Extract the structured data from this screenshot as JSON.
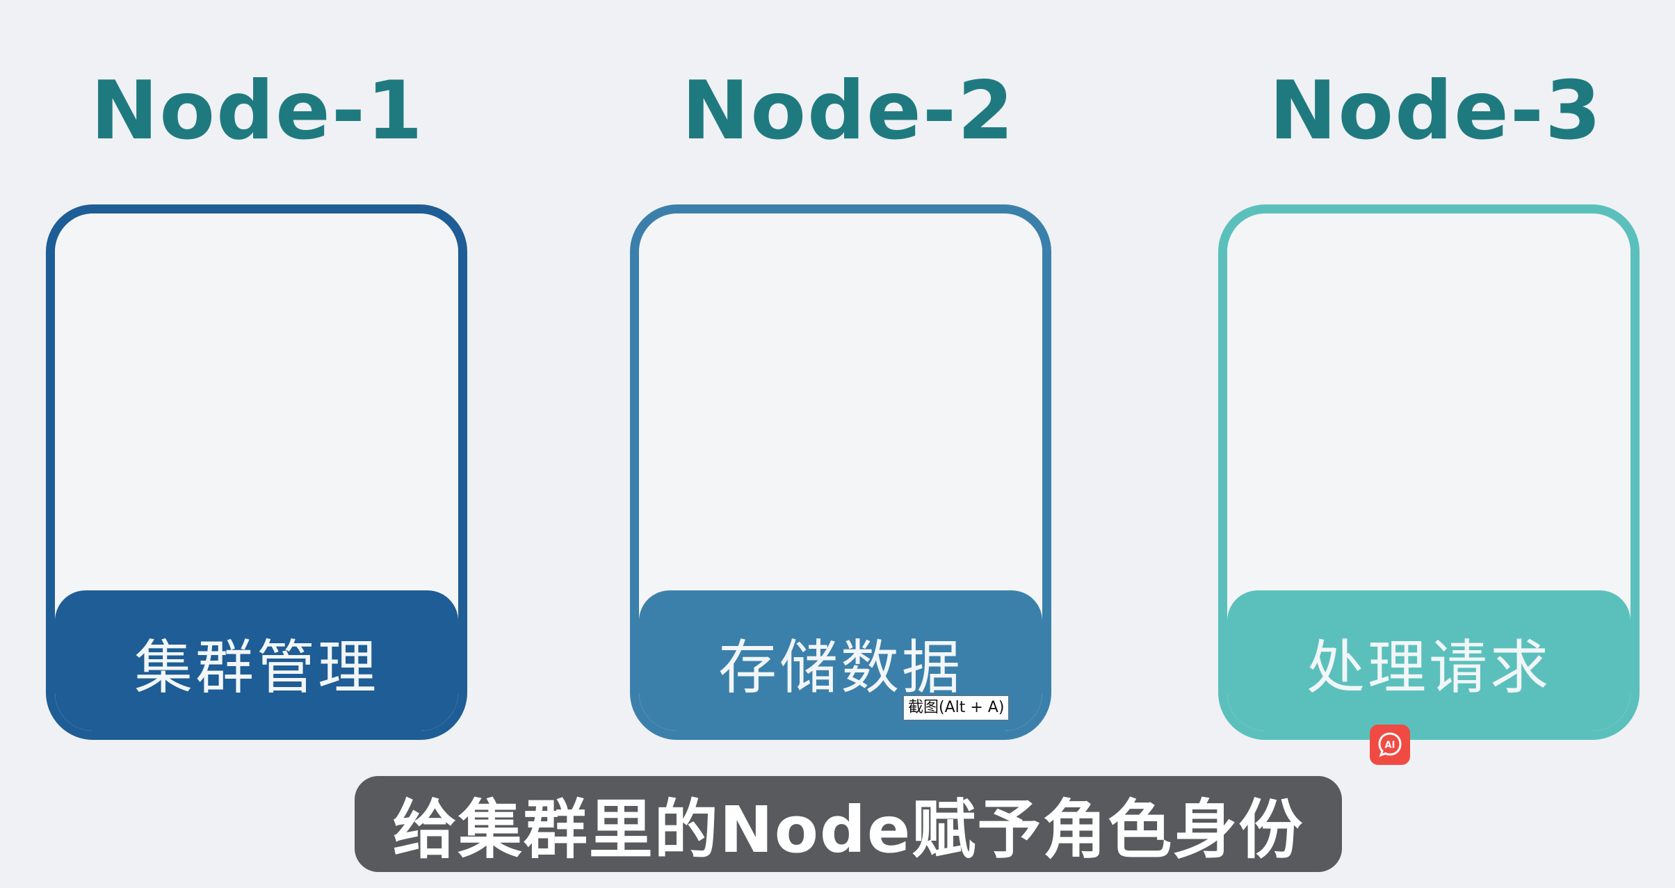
{
  "nodes": [
    {
      "title": "Node-1",
      "role": "集群管理",
      "color": "#1e5d95"
    },
    {
      "title": "Node-2",
      "role": "存储数据",
      "color": "#3b80ab"
    },
    {
      "title": "Node-3",
      "role": "处理请求",
      "color": "#5bc0bc"
    }
  ],
  "tooltip": {
    "text": "截图(Alt + A)"
  },
  "ai_badge": {
    "icon": "ai-chat-icon",
    "label": "AI",
    "color": "#ef4b43"
  },
  "subtitle": {
    "text": "给集群里的Node赋予角色身份"
  },
  "colors": {
    "title": "#1f7a80",
    "background": "#eff1f4"
  }
}
